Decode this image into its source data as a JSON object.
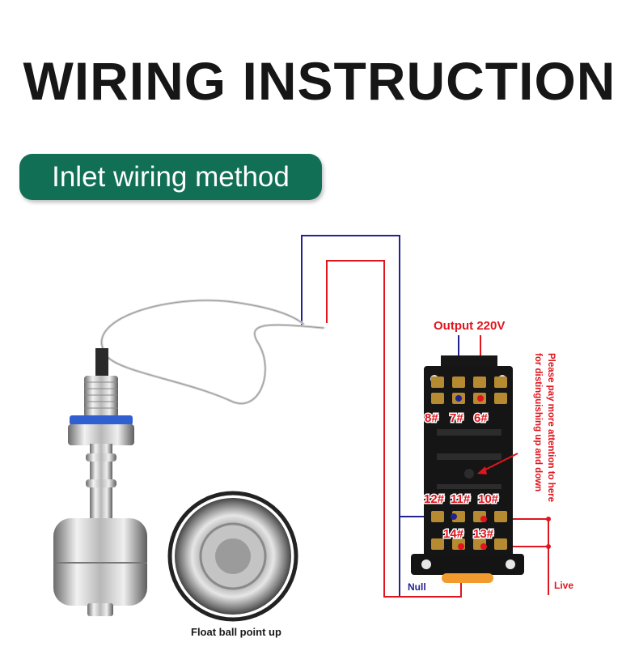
{
  "title": "WIRING INSTRUCTION",
  "method_label": "Inlet wiring method",
  "output_label": "Output 220V",
  "terminals": {
    "t8": "8#",
    "t7": "7#",
    "t6": "6#",
    "t12": "12#",
    "t11": "11#",
    "t10": "10#",
    "t14": "14#",
    "t13": "13#"
  },
  "null_label": "Null",
  "live_label": "Live",
  "note": "Please pay more attention to here for distinguishing up and down",
  "note_line1": "Please pay more attention to here",
  "note_line2": "for distinguishing up and down",
  "caption": "Float ball point up",
  "colors": {
    "accent": "#116f55",
    "red_wire": "#e0151d",
    "blue_wire": "#23238f",
    "label_red": "#e0151d"
  }
}
